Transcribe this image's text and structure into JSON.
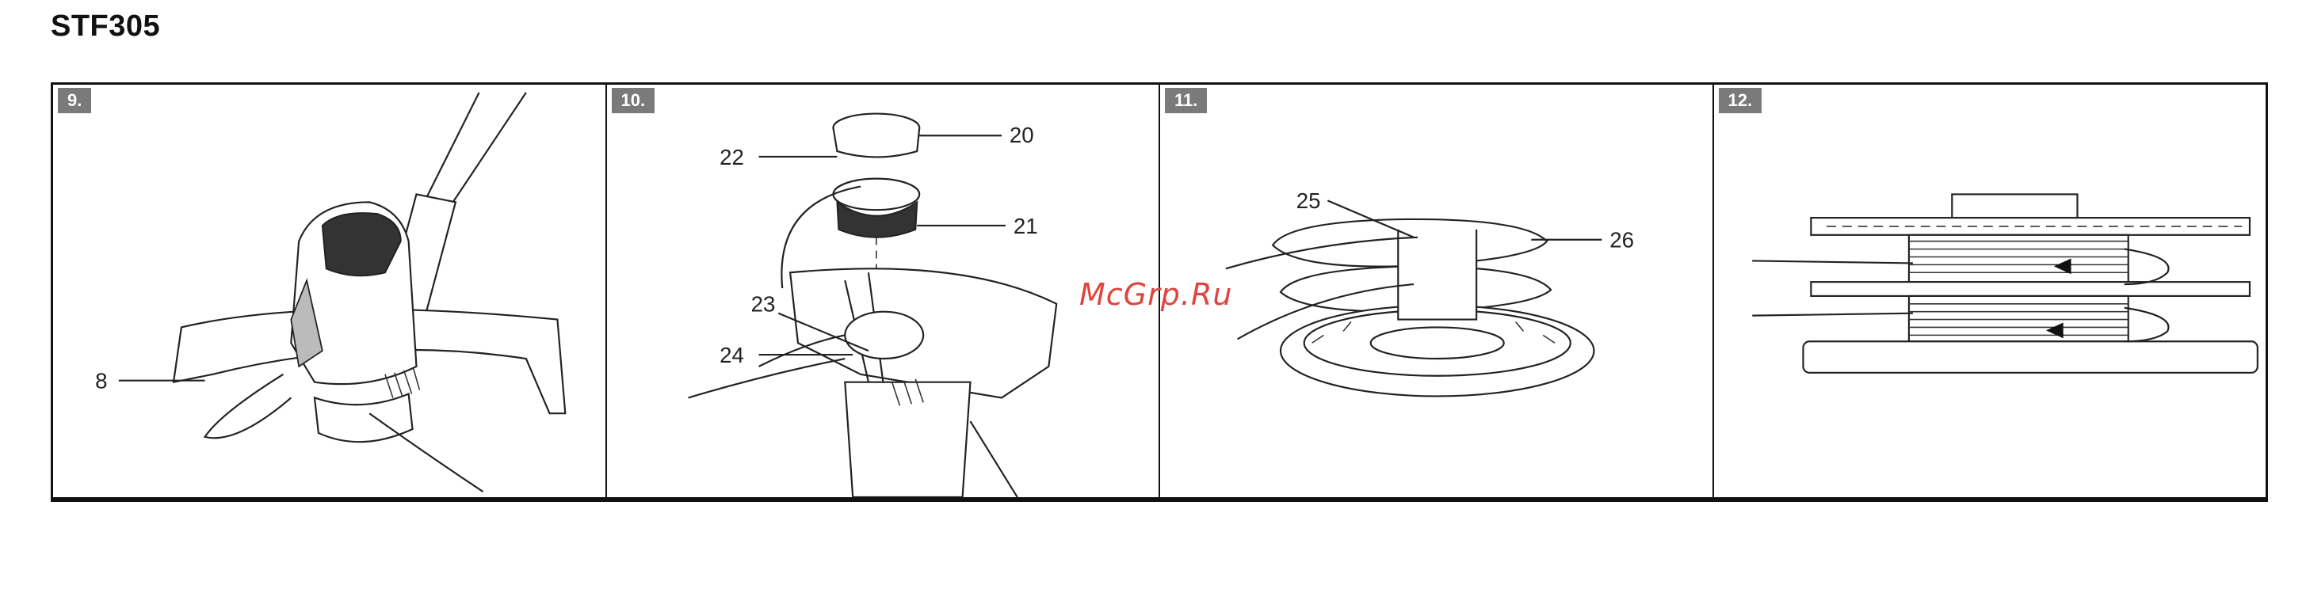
{
  "document": {
    "title": "STF305"
  },
  "panels": [
    {
      "number": "9.",
      "callouts": [
        "8"
      ]
    },
    {
      "number": "10.",
      "callouts": [
        "20",
        "22",
        "21",
        "23",
        "24"
      ]
    },
    {
      "number": "11.",
      "callouts": [
        "25",
        "26"
      ]
    },
    {
      "number": "12.",
      "callouts": []
    }
  ],
  "watermark": "McGrp.Ru"
}
